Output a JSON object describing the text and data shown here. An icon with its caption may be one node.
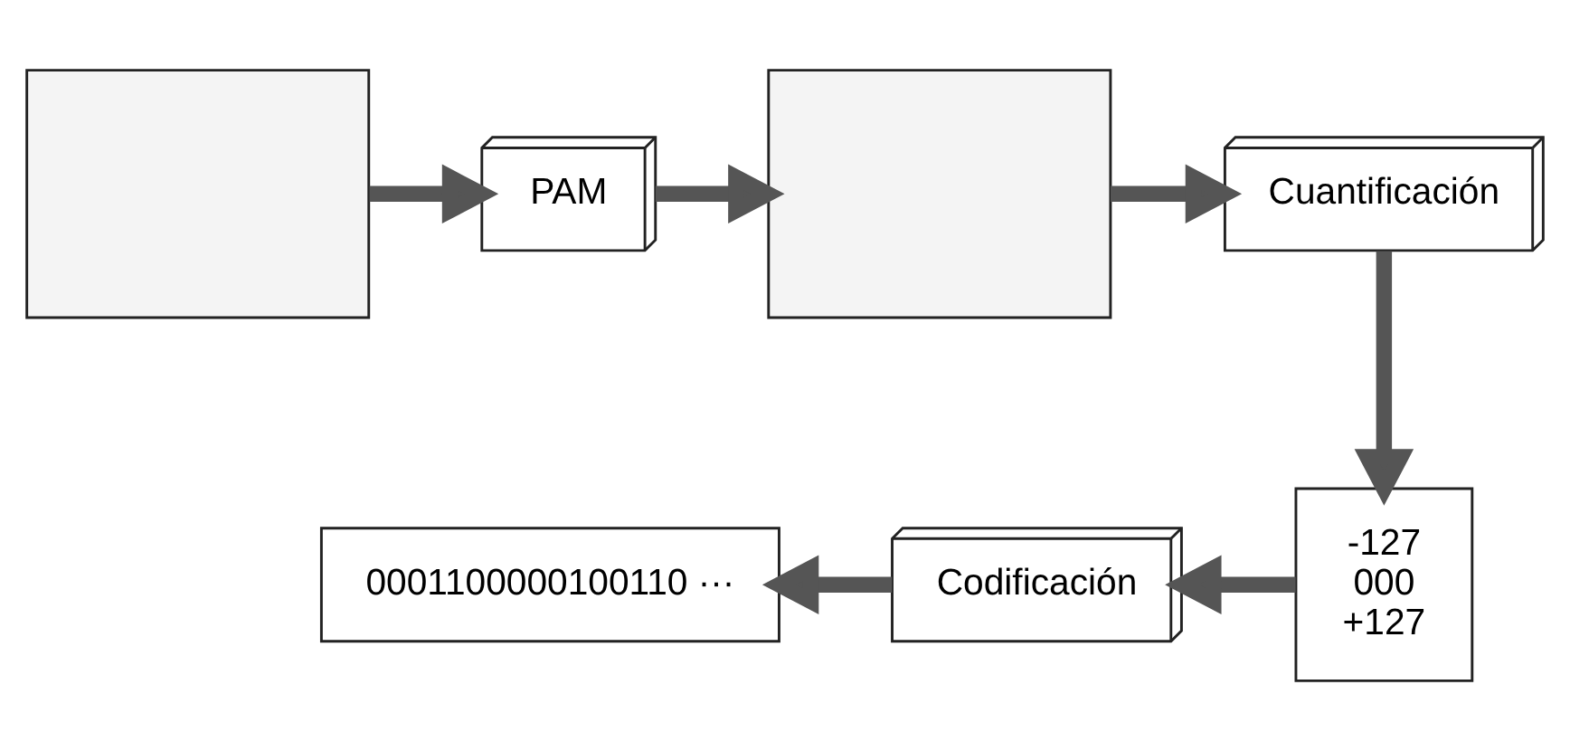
{
  "diagram": {
    "nodes": [
      {
        "text": [],
        "shape": "box"
      },
      {
        "text": [
          "PAM"
        ]
      },
      {
        "text": [],
        "shape": "box"
      },
      {
        "text": [
          "Cuantificación"
        ]
      },
      {
        "text": [
          "-127",
          "000",
          "+127"
        ]
      },
      {
        "text": [
          "Codificación"
        ]
      },
      {
        "text": [
          "0001100000100110 ···"
        ]
      }
    ],
    "edges": [
      {
        "from": 0,
        "to": 1,
        "arrow": "to"
      },
      {
        "from": 1,
        "to": 2,
        "arrow": "to"
      },
      {
        "from": 2,
        "to": 3,
        "arrow": "to"
      },
      {
        "from": 3,
        "to": 4,
        "arrow": "to"
      },
      {
        "from": 4,
        "to": 5,
        "arrow": "to"
      },
      {
        "from": 5,
        "to": 6,
        "arrow": "to"
      }
    ]
  }
}
